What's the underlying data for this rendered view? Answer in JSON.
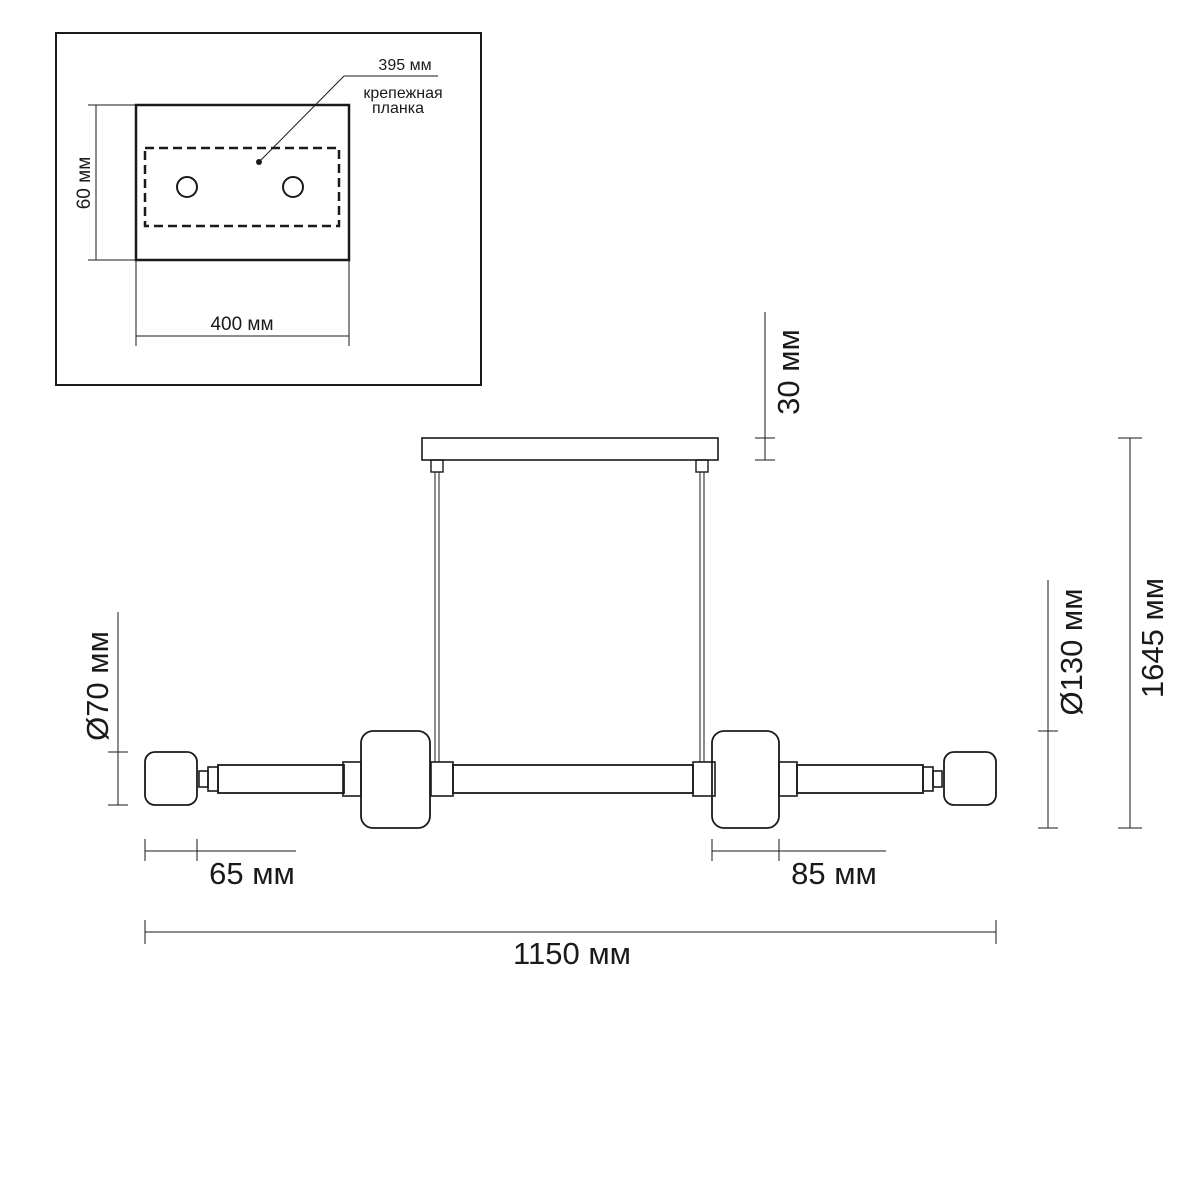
{
  "mount_view": {
    "plate_width_label": "400 мм",
    "plate_depth_label": "60 мм",
    "bracket_width_label": "395 мм",
    "bracket_name_line1": "крепежная",
    "bracket_name_line2": "планка"
  },
  "fixture_view": {
    "canopy_height_label": "30 мм",
    "total_height_label": "1645 мм",
    "large_shade_diameter_label": "Ø130 мм",
    "small_shade_diameter_label": "Ø70 мм",
    "small_shade_length_label": "65 мм",
    "large_shade_length_label": "85 мм",
    "total_length_label": "1150 мм"
  },
  "colors": {
    "line": "#1a1a1a",
    "background": "#ffffff"
  }
}
